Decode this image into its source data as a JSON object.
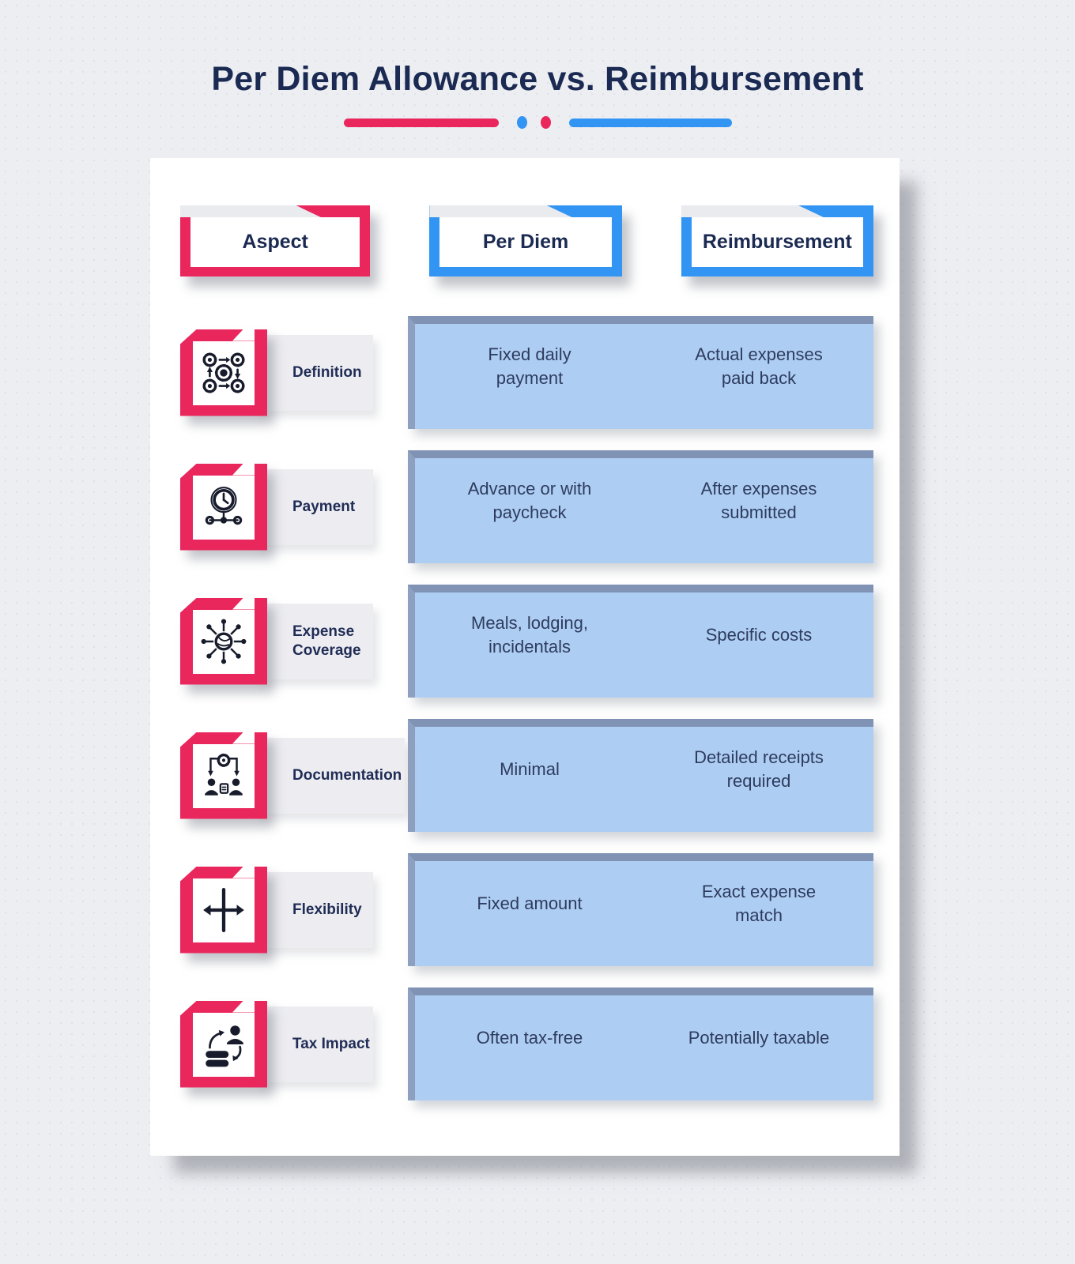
{
  "title": "Per Diem Allowance vs. Reimbursement",
  "colors": {
    "pink_accent": "#E9275D",
    "blue_accent": "#3295F3",
    "navy_text": "#1B2A52",
    "content_box_fill": "#AECDF2",
    "content_box_border": "#8093B4",
    "label_bg": "#EDEDF1",
    "page_bg": "#ECEEF2",
    "card_bg": "#FFFFFF"
  },
  "header": {
    "columns": [
      {
        "label": "Aspect",
        "accent": "pink"
      },
      {
        "label": "Per Diem",
        "accent": "blue"
      },
      {
        "label": "Reimbursement",
        "accent": "blue"
      }
    ]
  },
  "rows": [
    {
      "aspect": "Definition",
      "icon": "process-gears-icon",
      "per_diem": "Fixed daily payment",
      "reimbursement": "Actual expenses paid back"
    },
    {
      "aspect": "Payment",
      "icon": "clock-network-icon",
      "per_diem": "Advance or with paycheck",
      "reimbursement": "After expenses submitted"
    },
    {
      "aspect": "Expense Coverage",
      "icon": "coverage-network-icon",
      "per_diem": "Meals, lodging, incidentals",
      "reimbursement": "Specific costs"
    },
    {
      "aspect": "Documentation",
      "icon": "people-process-icon",
      "per_diem": "Minimal",
      "reimbursement": "Detailed receipts required"
    },
    {
      "aspect": "Flexibility",
      "icon": "crossroads-arrow-icon",
      "per_diem": "Fixed amount",
      "reimbursement": "Exact expense match"
    },
    {
      "aspect": "Tax Impact",
      "icon": "person-assets-cycle-icon",
      "per_diem": "Often tax-free",
      "reimbursement": "Potentially taxable"
    }
  ]
}
